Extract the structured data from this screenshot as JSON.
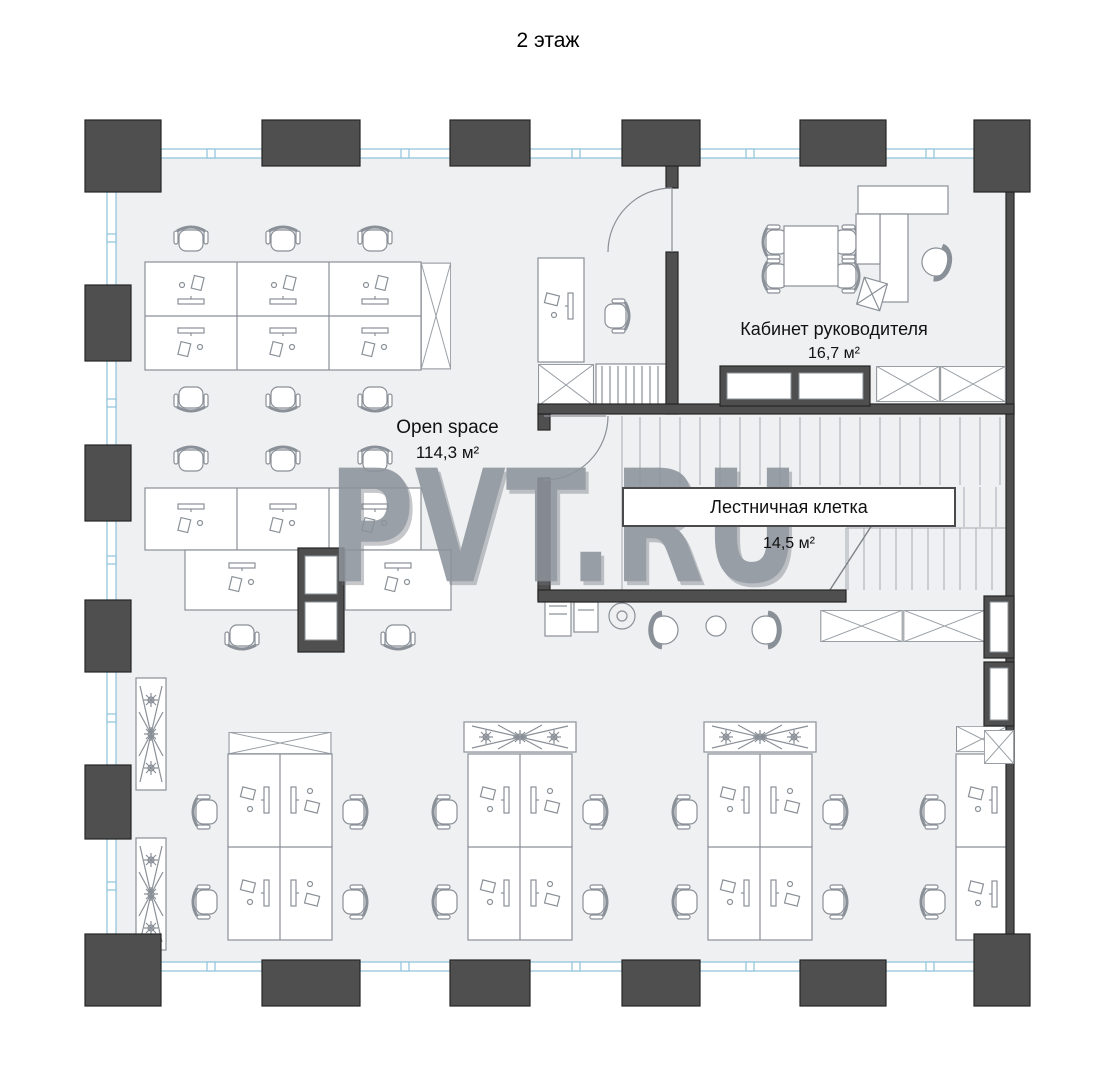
{
  "title": "2 этаж",
  "watermark": "PVT.RU",
  "rooms": {
    "open_space": {
      "name": "Open space",
      "area": "114,3 м²"
    },
    "director_office": {
      "name": "Кабинет руководителя",
      "area": "16,7 м²"
    },
    "staircase": {
      "name": "Лестничная клетка",
      "area": "14,5 м²"
    }
  },
  "colors": {
    "wall": "#4f4f4f",
    "floor": "#eef0f2",
    "window": "#8ec2da",
    "furniture_line": "#8a9097",
    "watermark": "#8d939b"
  }
}
